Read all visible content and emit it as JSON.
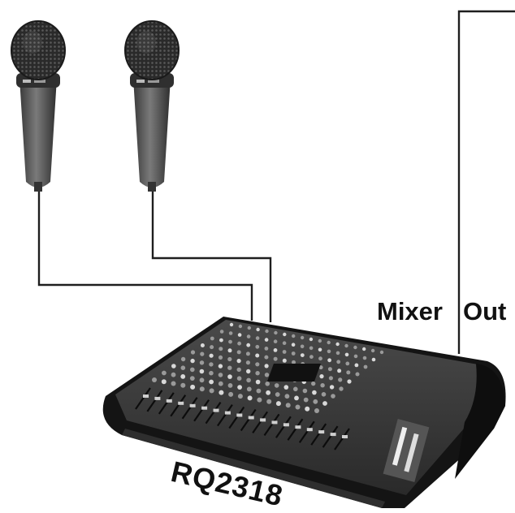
{
  "labels": {
    "mixer": "Mixer",
    "out": "Out",
    "model": "RQ2318"
  },
  "microphones": [
    {
      "id": "mic-1"
    },
    {
      "id": "mic-2"
    }
  ],
  "colors": {
    "cable": "#222222",
    "mixer_body": "#1a1a1a",
    "mixer_panel": "#3a3a3a",
    "mic_body": "#555555",
    "mic_grille": "#2b2b2b"
  }
}
